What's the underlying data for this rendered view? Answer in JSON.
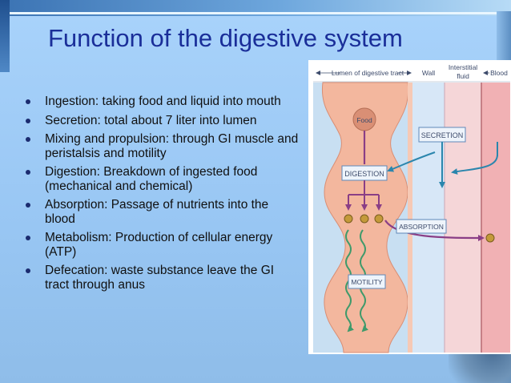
{
  "title": "Function of the digestive system",
  "bullets": [
    "Ingestion:  taking food and liquid into mouth",
    "Secretion:   total about 7 liter into lumen",
    "Mixing and propulsion: through GI muscle and peristalsis and motility",
    "Digestion:  Breakdown of ingested food (mechanical and chemical)",
    "Absorption: Passage of nutrients into the blood",
    "Metabolism: Production of cellular energy (ATP)",
    "Defecation: waste substance leave the GI tract through anus"
  ],
  "diagram": {
    "header": {
      "lumen": "Lumen of digestive tract",
      "wall": "Wall",
      "interstitial_1": "Interstitial",
      "interstitial_2": "fluid",
      "blood": "Blood"
    },
    "labels": {
      "food": "Food",
      "secretion": "SECRETION",
      "digestion": "DIGESTION",
      "absorption": "ABSORPTION",
      "motility": "MOTILITY"
    },
    "colors": {
      "lumen_bg": "#c8dff2",
      "tract": "#f3b79e",
      "wall": "#d7e7f7",
      "interstitial": "#f5d6d8",
      "blood": "#f1b1b4",
      "purple": "#8a3e86",
      "blue_arrow": "#2b86ad",
      "green": "#3f9a6b",
      "box_border": "#5f88b8"
    }
  }
}
